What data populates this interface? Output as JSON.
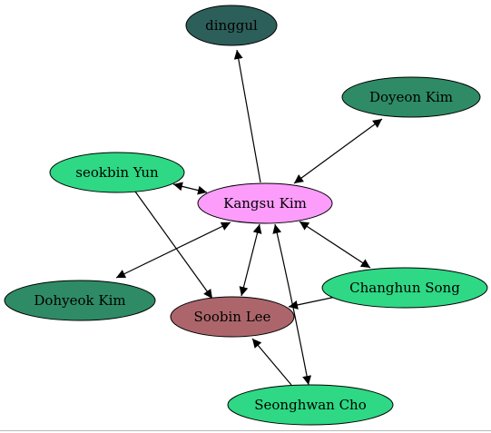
{
  "graph": {
    "nodes": [
      {
        "id": "dinggul",
        "label": "dinggul",
        "fill": "#2d5f5a"
      },
      {
        "id": "doyeon",
        "label": "Doyeon Kim",
        "fill": "#2e8b65"
      },
      {
        "id": "seokbin",
        "label": "seokbin Yun",
        "fill": "#2ed884"
      },
      {
        "id": "kangsu",
        "label": "Kangsu Kim",
        "fill": "#fc9cfb"
      },
      {
        "id": "dohyeok",
        "label": "Dohyeok Kim",
        "fill": "#2e8b65"
      },
      {
        "id": "changhun",
        "label": "Changhun Song",
        "fill": "#2ed884"
      },
      {
        "id": "soobin",
        "label": "Soobin Lee",
        "fill": "#ac666b"
      },
      {
        "id": "seonghwan",
        "label": "Seonghwan Cho",
        "fill": "#2ed884"
      }
    ],
    "edges": [
      {
        "from": "kangsu",
        "to": "dinggul",
        "direction": "forward"
      },
      {
        "from": "kangsu",
        "to": "doyeon",
        "direction": "both"
      },
      {
        "from": "kangsu",
        "to": "seokbin",
        "direction": "both"
      },
      {
        "from": "kangsu",
        "to": "dohyeok",
        "direction": "both"
      },
      {
        "from": "kangsu",
        "to": "changhun",
        "direction": "both"
      },
      {
        "from": "kangsu",
        "to": "soobin",
        "direction": "both"
      },
      {
        "from": "kangsu",
        "to": "seonghwan",
        "direction": "both"
      },
      {
        "from": "seokbin",
        "to": "soobin",
        "direction": "forward"
      },
      {
        "from": "changhun",
        "to": "soobin",
        "direction": "forward"
      },
      {
        "from": "seonghwan",
        "to": "soobin",
        "direction": "forward"
      }
    ]
  }
}
